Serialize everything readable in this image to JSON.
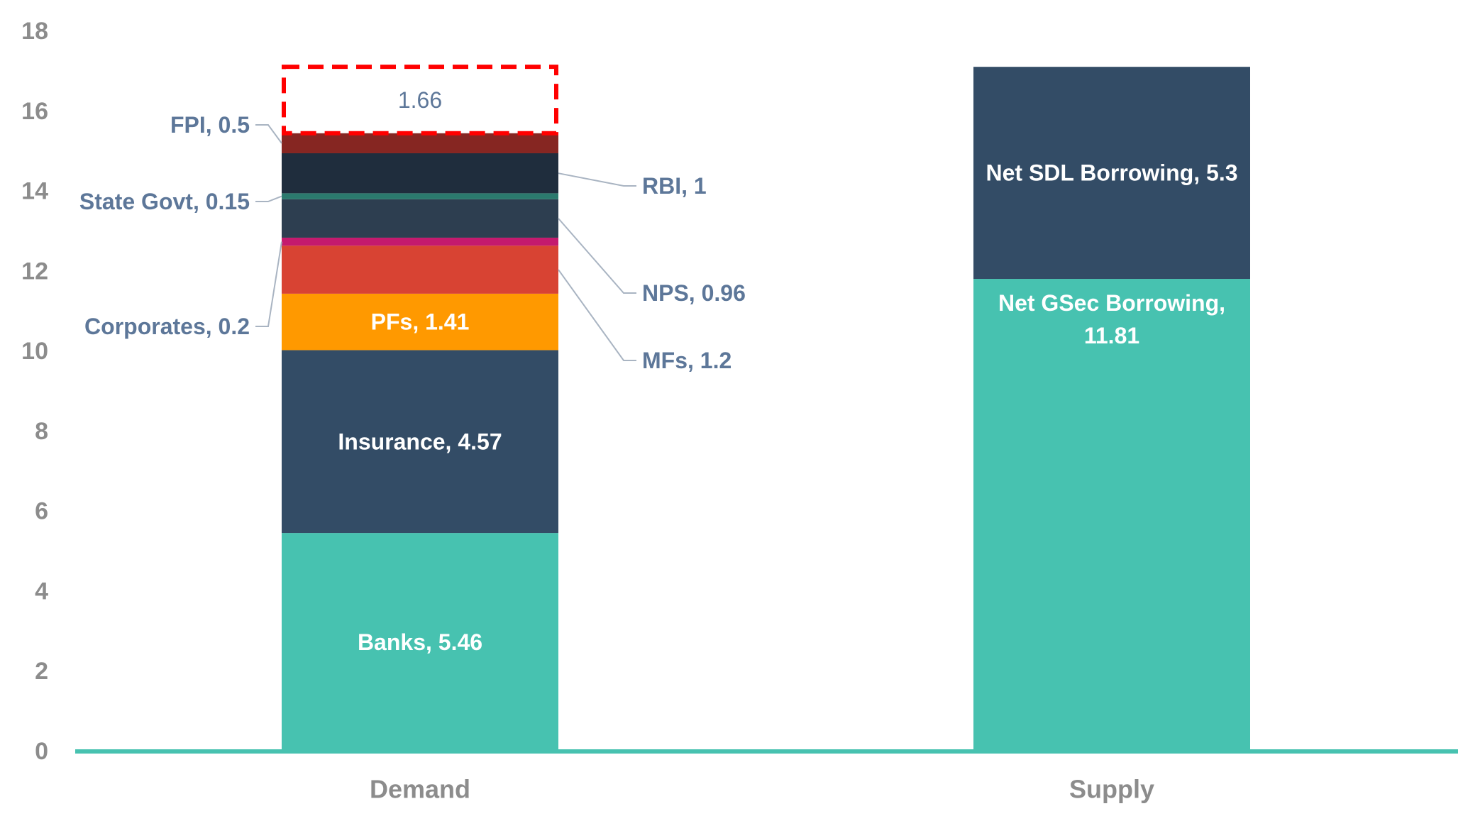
{
  "chart_data": {
    "type": "bar",
    "stacked": true,
    "categories": [
      "Demand",
      "Supply"
    ],
    "ylim": [
      0,
      18
    ],
    "yticks": [
      0,
      2,
      4,
      6,
      8,
      10,
      12,
      14,
      16,
      18
    ],
    "grid": false,
    "legend": "none",
    "stacks": [
      {
        "category": "Demand",
        "segments": [
          {
            "label": "Banks, 5.46",
            "value": 5.46,
            "color": "#47c2b0",
            "label_pos": "inside"
          },
          {
            "label": "Insurance, 4.57",
            "value": 4.57,
            "color": "#334c66",
            "label_pos": "inside"
          },
          {
            "label": "PFs, 1.41",
            "value": 1.41,
            "color": "#ff9900",
            "label_pos": "inside"
          },
          {
            "label": "MFs, 1.2",
            "value": 1.2,
            "color": "#d84333",
            "label_pos": "right"
          },
          {
            "label": "Corporates, 0.2",
            "value": 0.2,
            "color": "#c41a6e",
            "label_pos": "left"
          },
          {
            "label": "NPS, 0.96",
            "value": 0.96,
            "color": "#2d3e50",
            "label_pos": "right"
          },
          {
            "label": "State Govt, 0.15",
            "value": 0.15,
            "color": "#2b7a6e",
            "label_pos": "left"
          },
          {
            "label": "RBI, 1",
            "value": 1.0,
            "color": "#1f2d3d",
            "label_pos": "right"
          },
          {
            "label": "FPI, 0.5",
            "value": 0.5,
            "color": "#862622",
            "label_pos": "left"
          },
          {
            "label": "1.66",
            "value": 1.66,
            "color": "#ff0000",
            "label_pos": "gap"
          }
        ]
      },
      {
        "category": "Supply",
        "segments": [
          {
            "label": "Net GSec Borrowing, 11.81",
            "lines": [
              "Net GSec Borrowing,",
              "11.81"
            ],
            "value": 11.81,
            "color": "#47c2b0",
            "label_pos": "inside-top"
          },
          {
            "label": "Net SDL Borrowing, 5.3",
            "value": 5.3,
            "color": "#334c66",
            "label_pos": "inside"
          }
        ]
      }
    ],
    "axis_color": "#47c2b0"
  }
}
